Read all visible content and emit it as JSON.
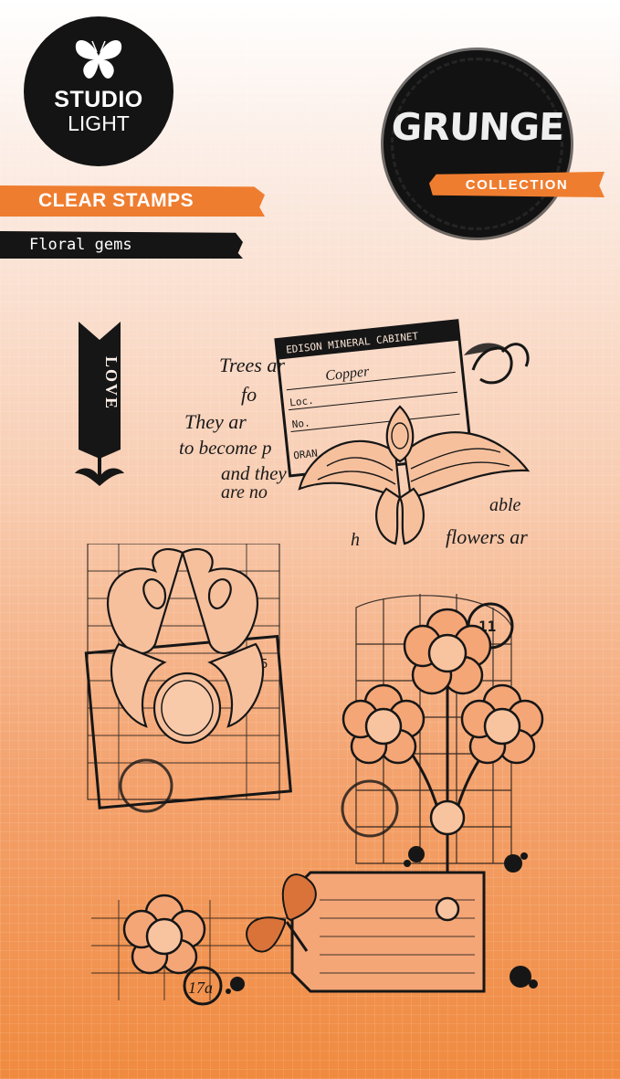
{
  "brand": {
    "name": "STUDIO",
    "sub": "LIGHT"
  },
  "collection": {
    "title": "GRUNGE",
    "label": "COLLECTION"
  },
  "product": {
    "type": "CLEAR STAMPS",
    "name": "Floral gems"
  },
  "stamps": {
    "love_word": "LOVE",
    "ticket_header": "EDISON MINERAL CABINET",
    "ticket_line1": "Copper",
    "ticket_line2": "Loc.",
    "ticket_line3": "No.",
    "ticket_line4": "ORAN",
    "script_lines": [
      "Trees ar",
      "fo",
      "They ar",
      "to become p",
      "and they",
      "are no"
    ],
    "script_tail": "flowers ar",
    "script_tail2": "able",
    "script_tail3": "h",
    "ledger_number": "305",
    "postmark_1": "11",
    "postmark_2": "17a"
  },
  "colors": {
    "accent_orange": "#ef7d2f",
    "ink_black": "#141414",
    "bg_top": "#ffffff",
    "bg_bottom": "#f08a3f"
  },
  "icons": {
    "brand": "butterfly-icon",
    "love": "love-arrow-icon",
    "butterfly_stamp": "butterfly-icon"
  }
}
